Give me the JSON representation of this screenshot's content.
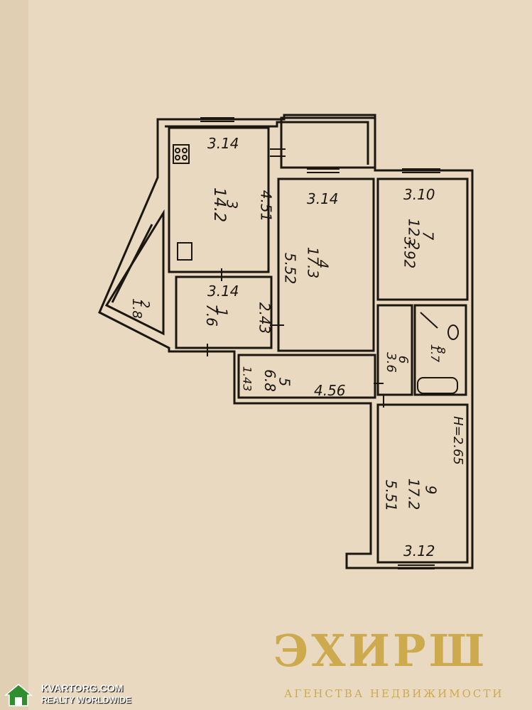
{
  "plan": {
    "balcony_left": {
      "width_label": "2",
      "area_label": "1.8"
    },
    "room_1": {
      "number": "1",
      "area": "7.6",
      "width": "3.14",
      "depth": "2.43"
    },
    "room_3": {
      "number": "3",
      "area": "14.2",
      "width": "3.14",
      "depth": "4.51"
    },
    "room_4": {
      "number": "4",
      "area": "17.3",
      "width": "3.14",
      "depth": "5.52"
    },
    "room_7": {
      "number": "7",
      "area": "12.2",
      "width": "3.10",
      "depth": "3.92"
    },
    "room_5": {
      "number": "5",
      "area": "6.8",
      "width": "4.56",
      "side": "1.43"
    },
    "room_6": {
      "number": "6",
      "area": "3.6"
    },
    "room_8": {
      "number": "8",
      "area": "1.7"
    },
    "room_9": {
      "number": "9",
      "area": "17.2",
      "width": "3.12",
      "depth": "5.51"
    },
    "ceiling_height": "H=2.65"
  },
  "watermark": {
    "brand": "ЭХИРШ",
    "tagline": "АГЕНСТВА НЕДВИЖИМОСТИ"
  },
  "badge": {
    "name": "KVARTORG.COM",
    "subtitle": "REALTY WORLDWIDE"
  },
  "colors": {
    "paper": "#e9d9c1",
    "ink": "#1b1610",
    "watermark": "#c9a23a"
  }
}
